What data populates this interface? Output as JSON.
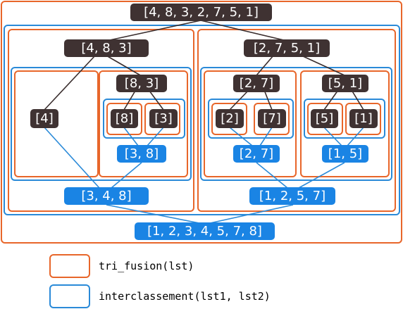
{
  "colors": {
    "split_frame": "#e8662a",
    "merge_frame": "#2a8ad8",
    "split_node": "#3f3232",
    "merge_node": "#1a84e4",
    "edge_split": "#3a2e2e",
    "edge_merge": "#2a8ad8"
  },
  "nodes": {
    "root": "[4, 8, 3, 2, 7, 5, 1]",
    "left": "[4, 8, 3]",
    "right": "[2, 7, 5, 1]",
    "l4": "[4]",
    "l83": "[8, 3]",
    "l8": "[8]",
    "l3": "[3]",
    "m38": "[3, 8]",
    "m348": "[3, 4, 8]",
    "r27": "[2, 7]",
    "r51": "[5, 1]",
    "r2": "[2]",
    "r7": "[7]",
    "r5": "[5]",
    "r1": "[1]",
    "m27": "[2, 7]",
    "m15": "[1, 5]",
    "m1257": "[1, 2, 5, 7]",
    "final": "[1, 2, 3, 4, 5, 7, 8]"
  },
  "legend": {
    "split_label": "tri_fusion(lst)",
    "merge_label": "interclassement(lst1, lst2)"
  }
}
